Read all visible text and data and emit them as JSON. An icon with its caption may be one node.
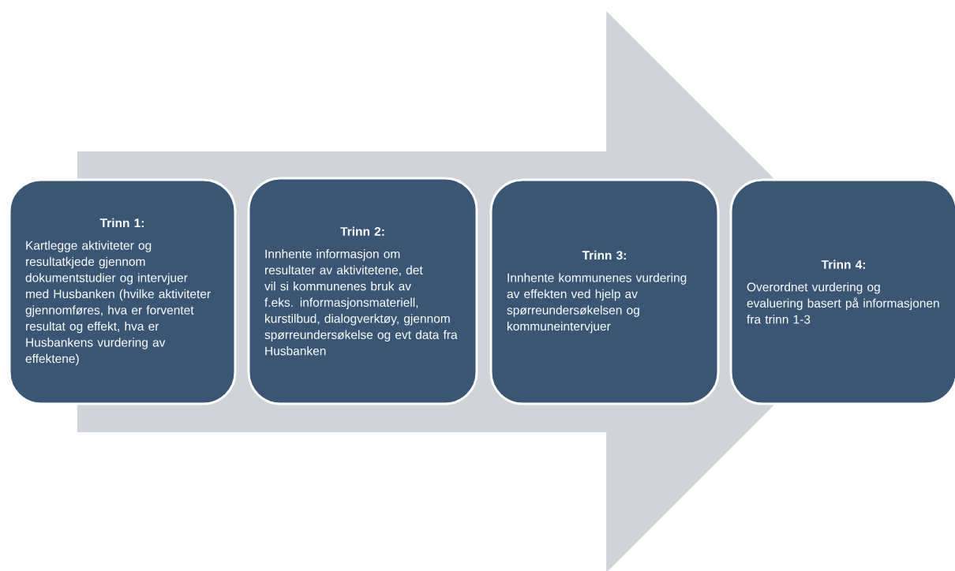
{
  "diagram": {
    "nodes": [
      {
        "text": [
          "Trinn 1:",
          "Kartlegge aktiviteter og resultatkjede gjennom dokumentstudier og intervjuer med Husbanken (hvilke aktiviteter gjennomføres, hva er forventet resultat og effekt, hva er Husbankens vurdering av effektene)"
        ]
      },
      {
        "text": [
          "Trinn 2:",
          "Innhente informasjon om resultater av aktivitetene, det vil si kommunenes bruk av f.eks. informasjonsmateriell, kurstilbud, dialogverktøy, gjennom spørreundersøkelse og evt data fra Husbanken"
        ]
      },
      {
        "text": [
          "Trinn 3:",
          "Innhente kommunenes vurdering av effekten ved hjelp av spørreundersøkelsen og kommuneintervjuer"
        ]
      },
      {
        "text": [
          "Trinn 4:",
          "Overordnet vurdering og evaluering basert på informasjonen fra trinn 1-3"
        ]
      }
    ],
    "edges": [
      {
        "from": 0,
        "to": 3,
        "arrow": "to"
      }
    ]
  }
}
